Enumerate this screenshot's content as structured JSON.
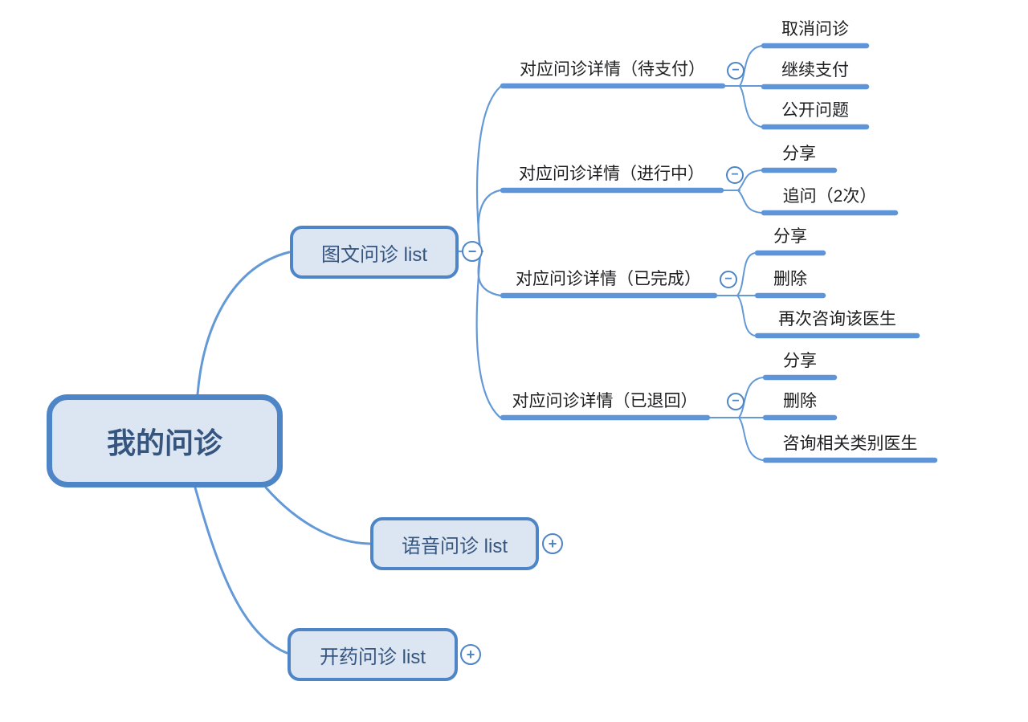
{
  "diagram_type": "mindmap",
  "colors": {
    "background": "#ffffff",
    "branch_line": "#5d95d8",
    "curve_line": "#6399d6",
    "node_border": "#4e85c7",
    "node_fill": "#dce5f2",
    "node_text": "#35557f",
    "topic_text": "#1e1e20",
    "toggle_fill": "#ffffff"
  },
  "icons": {
    "collapse": "−",
    "expand": "+"
  },
  "root": {
    "label": "我的问诊"
  },
  "branches": [
    {
      "label": "图文问诊 list",
      "state": "expanded",
      "children": [
        {
          "label": "对应问诊详情（待支付）",
          "state": "expanded",
          "children": [
            {
              "label": "取消问诊"
            },
            {
              "label": "继续支付"
            },
            {
              "label": "公开问题"
            }
          ]
        },
        {
          "label": "对应问诊详情（进行中）",
          "state": "expanded",
          "children": [
            {
              "label": "分享"
            },
            {
              "label": "追问（2次）"
            }
          ]
        },
        {
          "label": "对应问诊详情（已完成）",
          "state": "expanded",
          "children": [
            {
              "label": "分享"
            },
            {
              "label": "删除"
            },
            {
              "label": "再次咨询该医生"
            }
          ]
        },
        {
          "label": "对应问诊详情（已退回）",
          "state": "expanded",
          "children": [
            {
              "label": "分享"
            },
            {
              "label": "删除"
            },
            {
              "label": "咨询相关类别医生"
            }
          ]
        }
      ]
    },
    {
      "label": "语音问诊 list",
      "state": "collapsed",
      "children": []
    },
    {
      "label": "开药问诊 list",
      "state": "collapsed",
      "children": []
    }
  ]
}
